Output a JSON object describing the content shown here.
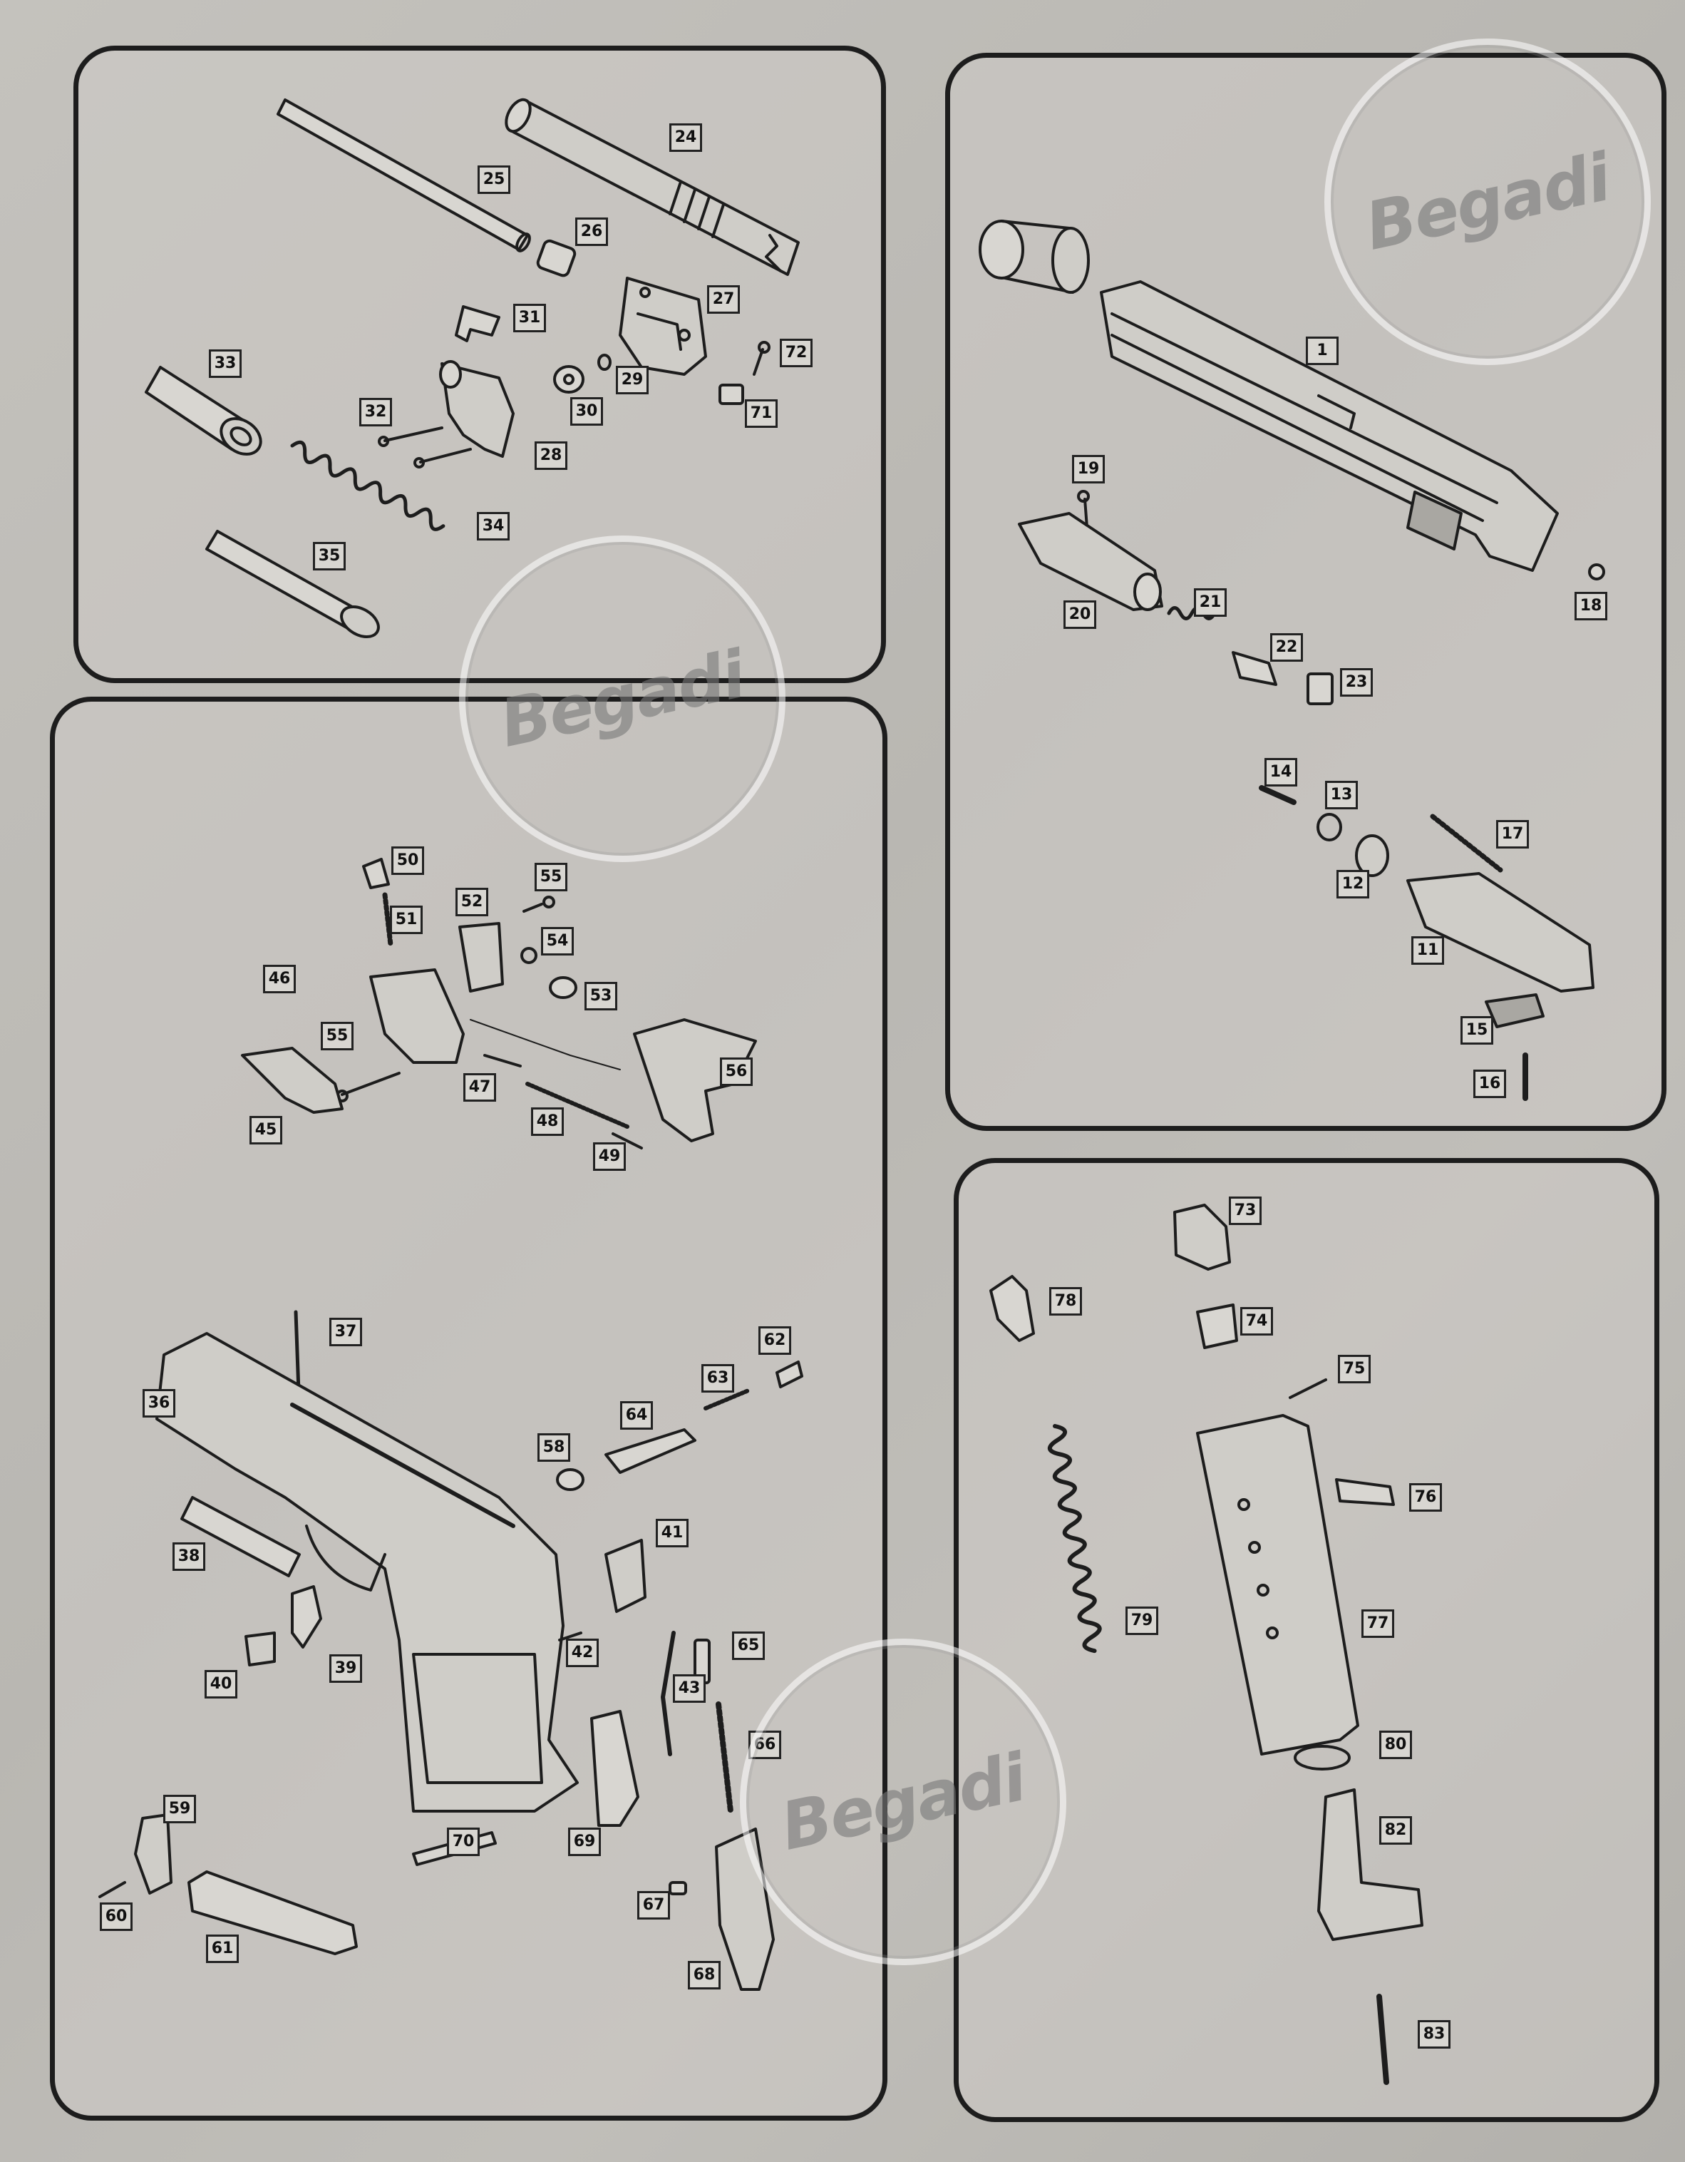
{
  "watermark": {
    "text": "Begadi"
  },
  "panels": [
    {
      "id": "barrel-assembly",
      "labels": [
        "24",
        "25",
        "26",
        "27",
        "31",
        "72",
        "33",
        "29",
        "30",
        "71",
        "32",
        "28",
        "34",
        "35"
      ]
    },
    {
      "id": "slide-assembly",
      "labels": [
        "1",
        "19",
        "18",
        "21",
        "20",
        "22",
        "23",
        "14",
        "13",
        "17",
        "12",
        "11",
        "15",
        "16"
      ]
    },
    {
      "id": "frame-assembly",
      "labels": [
        "50",
        "55",
        "52",
        "51",
        "54",
        "46",
        "53",
        "55",
        "47",
        "56",
        "48",
        "45",
        "49",
        "37",
        "62",
        "36",
        "63",
        "64",
        "58",
        "41",
        "38",
        "40",
        "39",
        "42",
        "65",
        "43",
        "66",
        "70",
        "69",
        "59",
        "67",
        "60",
        "61",
        "68"
      ]
    },
    {
      "id": "magazine-assembly",
      "labels": [
        "73",
        "78",
        "74",
        "75",
        "76",
        "79",
        "77",
        "80",
        "82",
        "83"
      ]
    }
  ],
  "colors": {
    "ink": "#1d1d1d",
    "paper": "#c2c0bb",
    "label_bg": "#d8d6d1"
  }
}
